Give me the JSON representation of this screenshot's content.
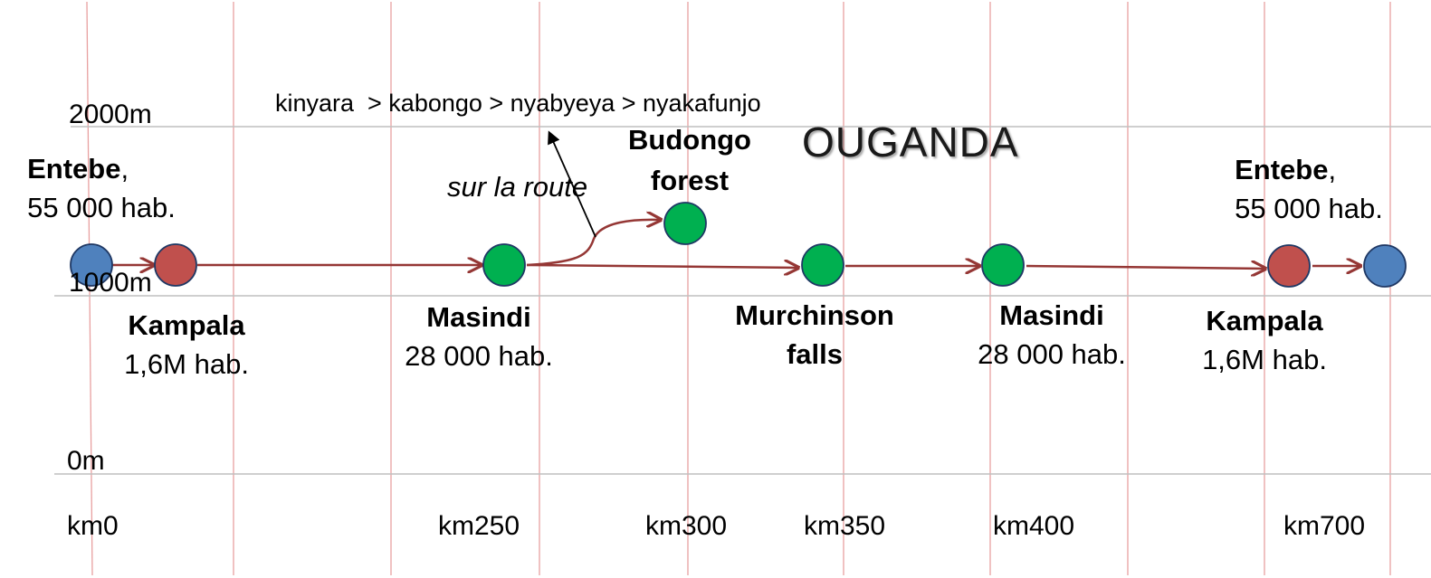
{
  "title": "OUGANDA",
  "route_text": "kinyara  > kabongo > nyabyeya > nyakafunjo",
  "route_note": "sur la route",
  "altitude_labels": [
    "2000m",
    "1000m",
    "0m"
  ],
  "km_labels": [
    "km0",
    "km250",
    "km300",
    "km350",
    "km400",
    "km700"
  ],
  "stops": [
    {
      "name": "Entebe",
      "suffix": ",",
      "population": "55 000 hab.",
      "color": "#4f81bd"
    },
    {
      "name": "Kampala",
      "suffix": "",
      "population": "1,6M hab.",
      "color": "#c0504d"
    },
    {
      "name": "Masindi",
      "suffix": "",
      "population": "28 000 hab.",
      "color": "#00b050"
    },
    {
      "name": "Budongo forest",
      "name_line1": "Budongo",
      "name_line2": "forest",
      "suffix": "",
      "population": "",
      "color": "#00b050"
    },
    {
      "name": "Murchinson falls",
      "name_line1": "Murchinson",
      "name_line2": "falls",
      "suffix": "",
      "population": "",
      "color": "#00b050"
    },
    {
      "name": "Masindi",
      "suffix": "",
      "population": "28 000 hab.",
      "color": "#00b050"
    },
    {
      "name": "Kampala",
      "suffix": "",
      "population": "1,6M hab.",
      "color": "#c0504d"
    },
    {
      "name": "Entebe",
      "suffix": ",",
      "population": "55 000 hab.",
      "color": "#4f81bd"
    }
  ],
  "colors": {
    "grid_vertical": "#e8a0a0",
    "grid_horizontal": "#bfbfbf",
    "route_line": "#953735",
    "node_stroke": "#1f3864"
  }
}
